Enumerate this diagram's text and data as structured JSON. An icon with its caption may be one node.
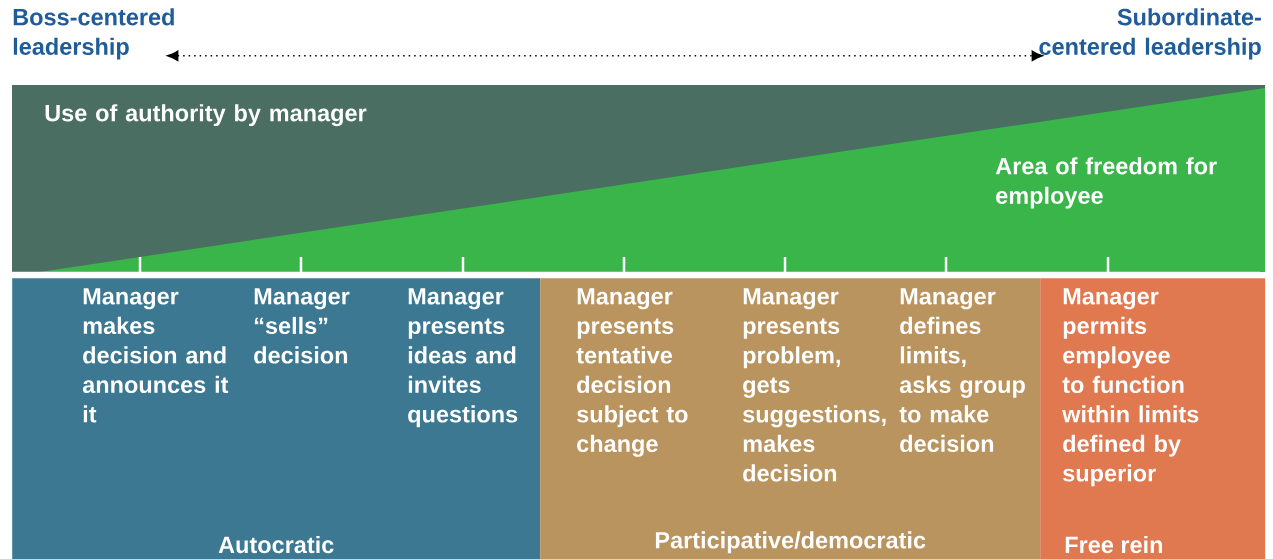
{
  "diagram": {
    "nodes": [
      {
        "text": [
          "Boss-centered leadership"
        ]
      },
      {
        "text": [
          "Subordinate-centered leadership"
        ]
      },
      {
        "text": [
          "Autocratic"
        ]
      },
      {
        "text": [
          "Participative/democratic"
        ]
      },
      {
        "text": [
          "Free rein"
        ]
      },
      {
        "text": [
          "Manager makes decision and announces it it"
        ],
        "in": 2
      },
      {
        "text": [
          "Manager “sells” decision"
        ],
        "in": 2
      },
      {
        "text": [
          "Manager presents ideas and invites questions"
        ],
        "in": 2
      },
      {
        "text": [
          "Manager presents tentative decision subject to change"
        ],
        "in": 3
      },
      {
        "text": [
          "Manager presents problem, gets suggestions, makes decision"
        ],
        "in": 3
      },
      {
        "text": [
          "Manager defines limits, asks group to make decision"
        ],
        "in": 3
      },
      {
        "text": [
          "Manager permits employee to function within limits defined by superior"
        ],
        "in": 4
      }
    ],
    "edges": [
      {
        "from": 0,
        "to": 1,
        "arrow": "both",
        "style": "dashed"
      }
    ],
    "labels": [
      "Use of authority by manager",
      "Area of freedom for employee"
    ]
  }
}
